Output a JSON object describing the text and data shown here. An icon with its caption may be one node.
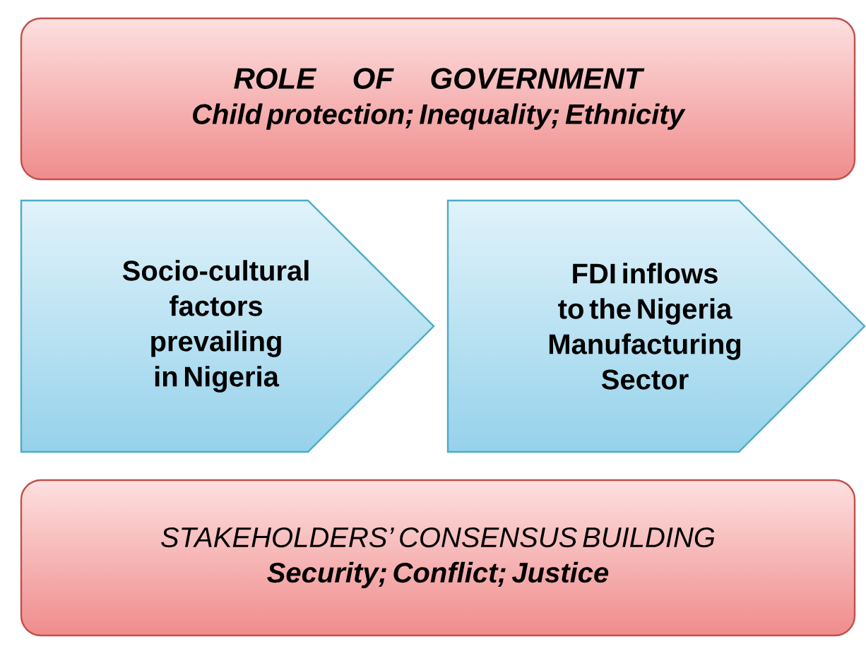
{
  "diagram": {
    "nodes": [
      {
        "text": [
          "ROLE OF GOVERNMENT",
          "Child protection; Inequality; Ethnicity"
        ]
      },
      {
        "text": [
          "Socio-cultural factors prevailing in Nigeria"
        ]
      },
      {
        "text": [
          "FDI inflows to the Nigeria Manufacturing Sector"
        ]
      },
      {
        "text": [
          "STAKEHOLDERS’ CONSENSUS BUILDING",
          "Security; Conflict; Justice"
        ]
      }
    ]
  }
}
